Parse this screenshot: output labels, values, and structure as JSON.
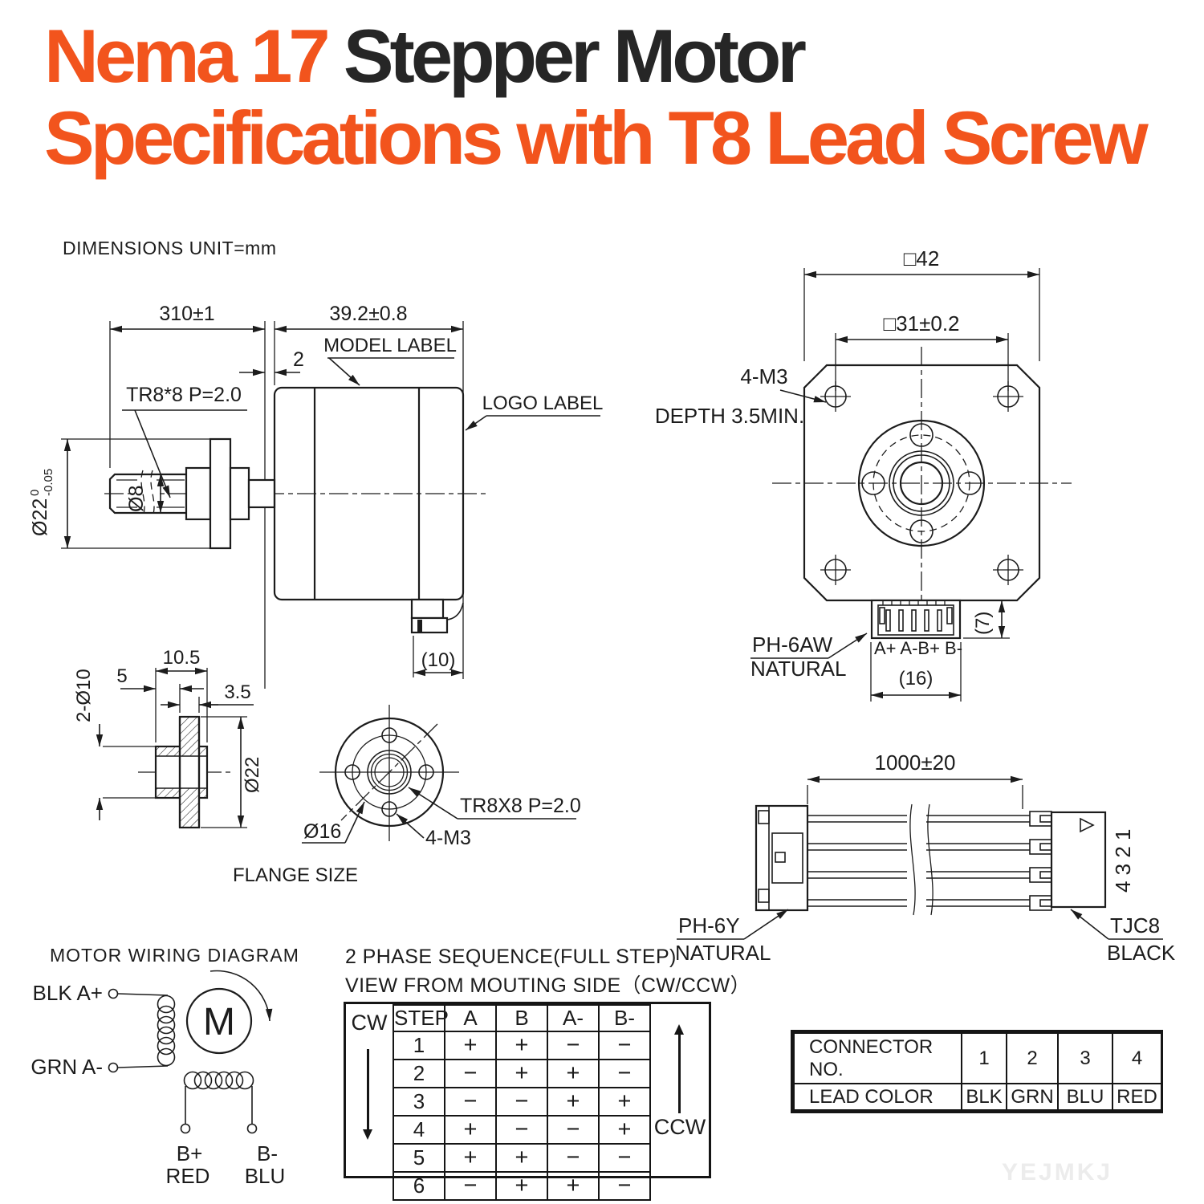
{
  "title": {
    "part1": "Nema 17",
    "part2": " Stepper Motor",
    "line2": "Specifications with T8 Lead Screw"
  },
  "colors": {
    "accent": "#F2541D",
    "ink": "#1c1c1c",
    "watermark": "#ECECEC"
  },
  "units_note": "DIMENSIONS UNIT=mm",
  "side_view": {
    "dim_screw_length": "310±1",
    "dim_body_length": "39.2±0.8",
    "dim_label_offset": "2",
    "model_label": "MODEL LABEL",
    "logo_label": "LOGO LABEL",
    "thread_label": "TR8*8 P=2.0",
    "dia_collar": "Ø22",
    "dia_collar_tol_top": "0",
    "dia_collar_tol_bottom": "-0.05",
    "dia_screw": "Ø8",
    "dim_connector": "(10)"
  },
  "front_view": {
    "dim_body": "□42",
    "dim_holes": "□31±0.2",
    "holes_label_1": "4-M3",
    "holes_label_2": "DEPTH 3.5MIN.",
    "connector_label_1": "PH-6AW",
    "connector_label_2": "NATURAL",
    "pins": "A+  A-B+  B-",
    "dim_connector_w": "(16)",
    "dim_connector_h": "(7)"
  },
  "flange": {
    "dim_total": "10.5",
    "dim_hub": "5",
    "dim_disc": "3.5",
    "dim_bosses": "2-Ø10",
    "dia_disc": "Ø22",
    "thread_label": "TR8X8 P=2.0",
    "dia_bolt_circle": "Ø16",
    "holes_label": "4-M3",
    "caption": "FLANGE SIZE"
  },
  "cable": {
    "dim_length": "1000±20",
    "left_label_1": "PH-6Y",
    "left_label_2": "NATURAL",
    "right_label_1": "TJC8",
    "right_label_2": "BLACK",
    "pin_numbers": "4 3 2 1"
  },
  "wiring": {
    "title": "MOTOR WIRING  DIAGRAM",
    "a_plus": "BLK  A+",
    "a_minus": "GRN  A-",
    "motor": "M",
    "b_plus": "B+",
    "b_plus_color": "RED",
    "b_minus": "B-",
    "b_minus_color": "BLU"
  },
  "phase_table": {
    "title1": "2 PHASE SEQUENCE(FULL STEP)",
    "title2": "VIEW FROM MOUTING SIDE（CW/CCW）",
    "cw": "CW",
    "ccw": "CCW",
    "headers": [
      "STEP",
      "A",
      "B",
      "A-",
      "B-"
    ],
    "rows": [
      [
        "1",
        "+",
        "+",
        "−",
        "−"
      ],
      [
        "2",
        "−",
        "+",
        "+",
        "−"
      ],
      [
        "3",
        "−",
        "−",
        "+",
        "+"
      ],
      [
        "4",
        "+",
        "−",
        "−",
        "+"
      ],
      [
        "5",
        "+",
        "+",
        "−",
        "−"
      ],
      [
        "6",
        "−",
        "+",
        "+",
        "−"
      ]
    ]
  },
  "connector_table": {
    "row1_header": "CONNECTOR NO.",
    "row1": [
      "1",
      "2",
      "3",
      "4"
    ],
    "row2_header": "LEAD COLOR",
    "row2": [
      "BLK",
      "GRN",
      "BLU",
      "RED"
    ]
  },
  "watermark": "YEJMKJ"
}
